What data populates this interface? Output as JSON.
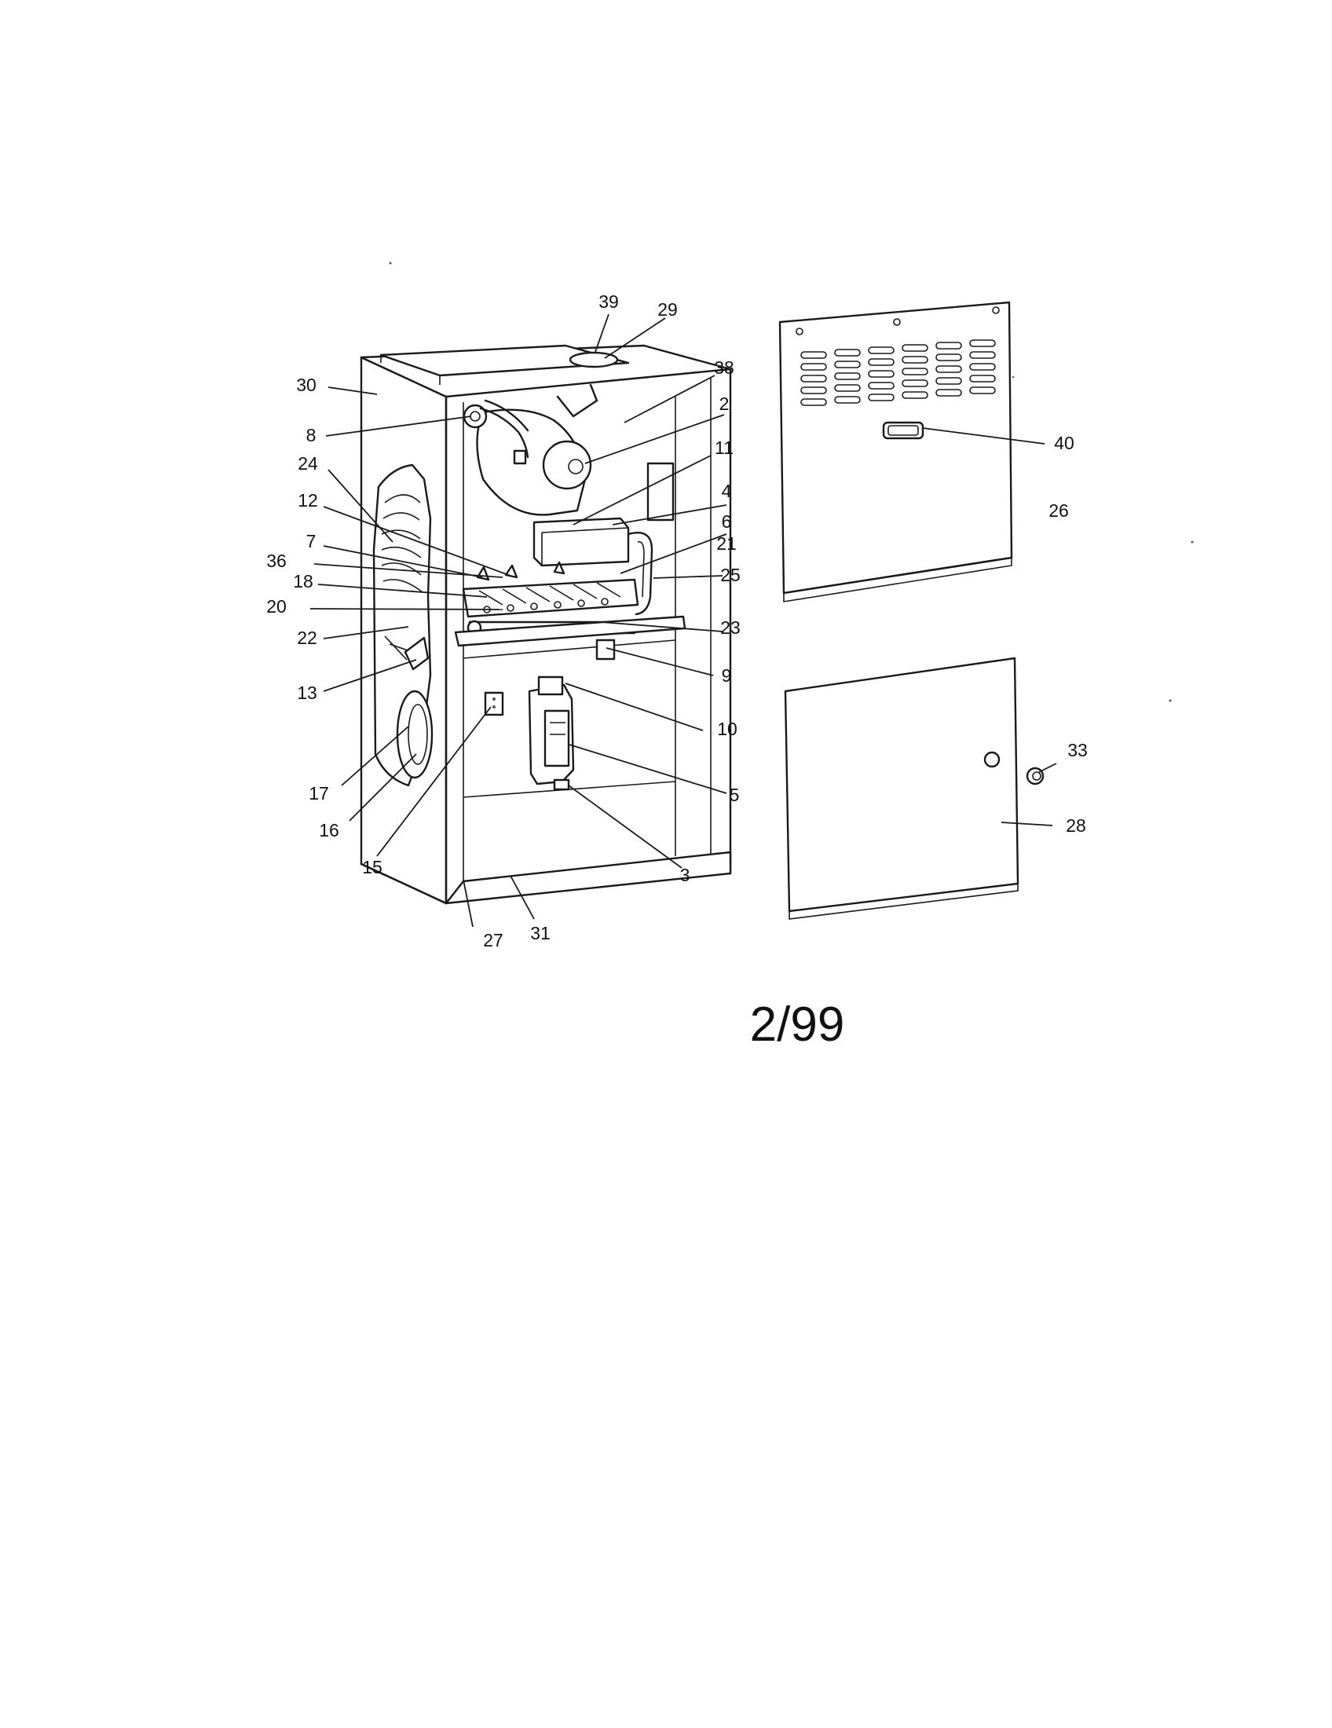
{
  "diagram": {
    "date_code": "2/99",
    "callouts": [
      "39",
      "29",
      "30",
      "38",
      "8",
      "2",
      "24",
      "11",
      "12",
      "4",
      "7",
      "6",
      "36",
      "21",
      "25",
      "18",
      "20",
      "23",
      "22",
      "9",
      "13",
      "10",
      "17",
      "5",
      "16",
      "3",
      "15",
      "27",
      "31",
      "40",
      "26",
      "33",
      "28"
    ]
  }
}
